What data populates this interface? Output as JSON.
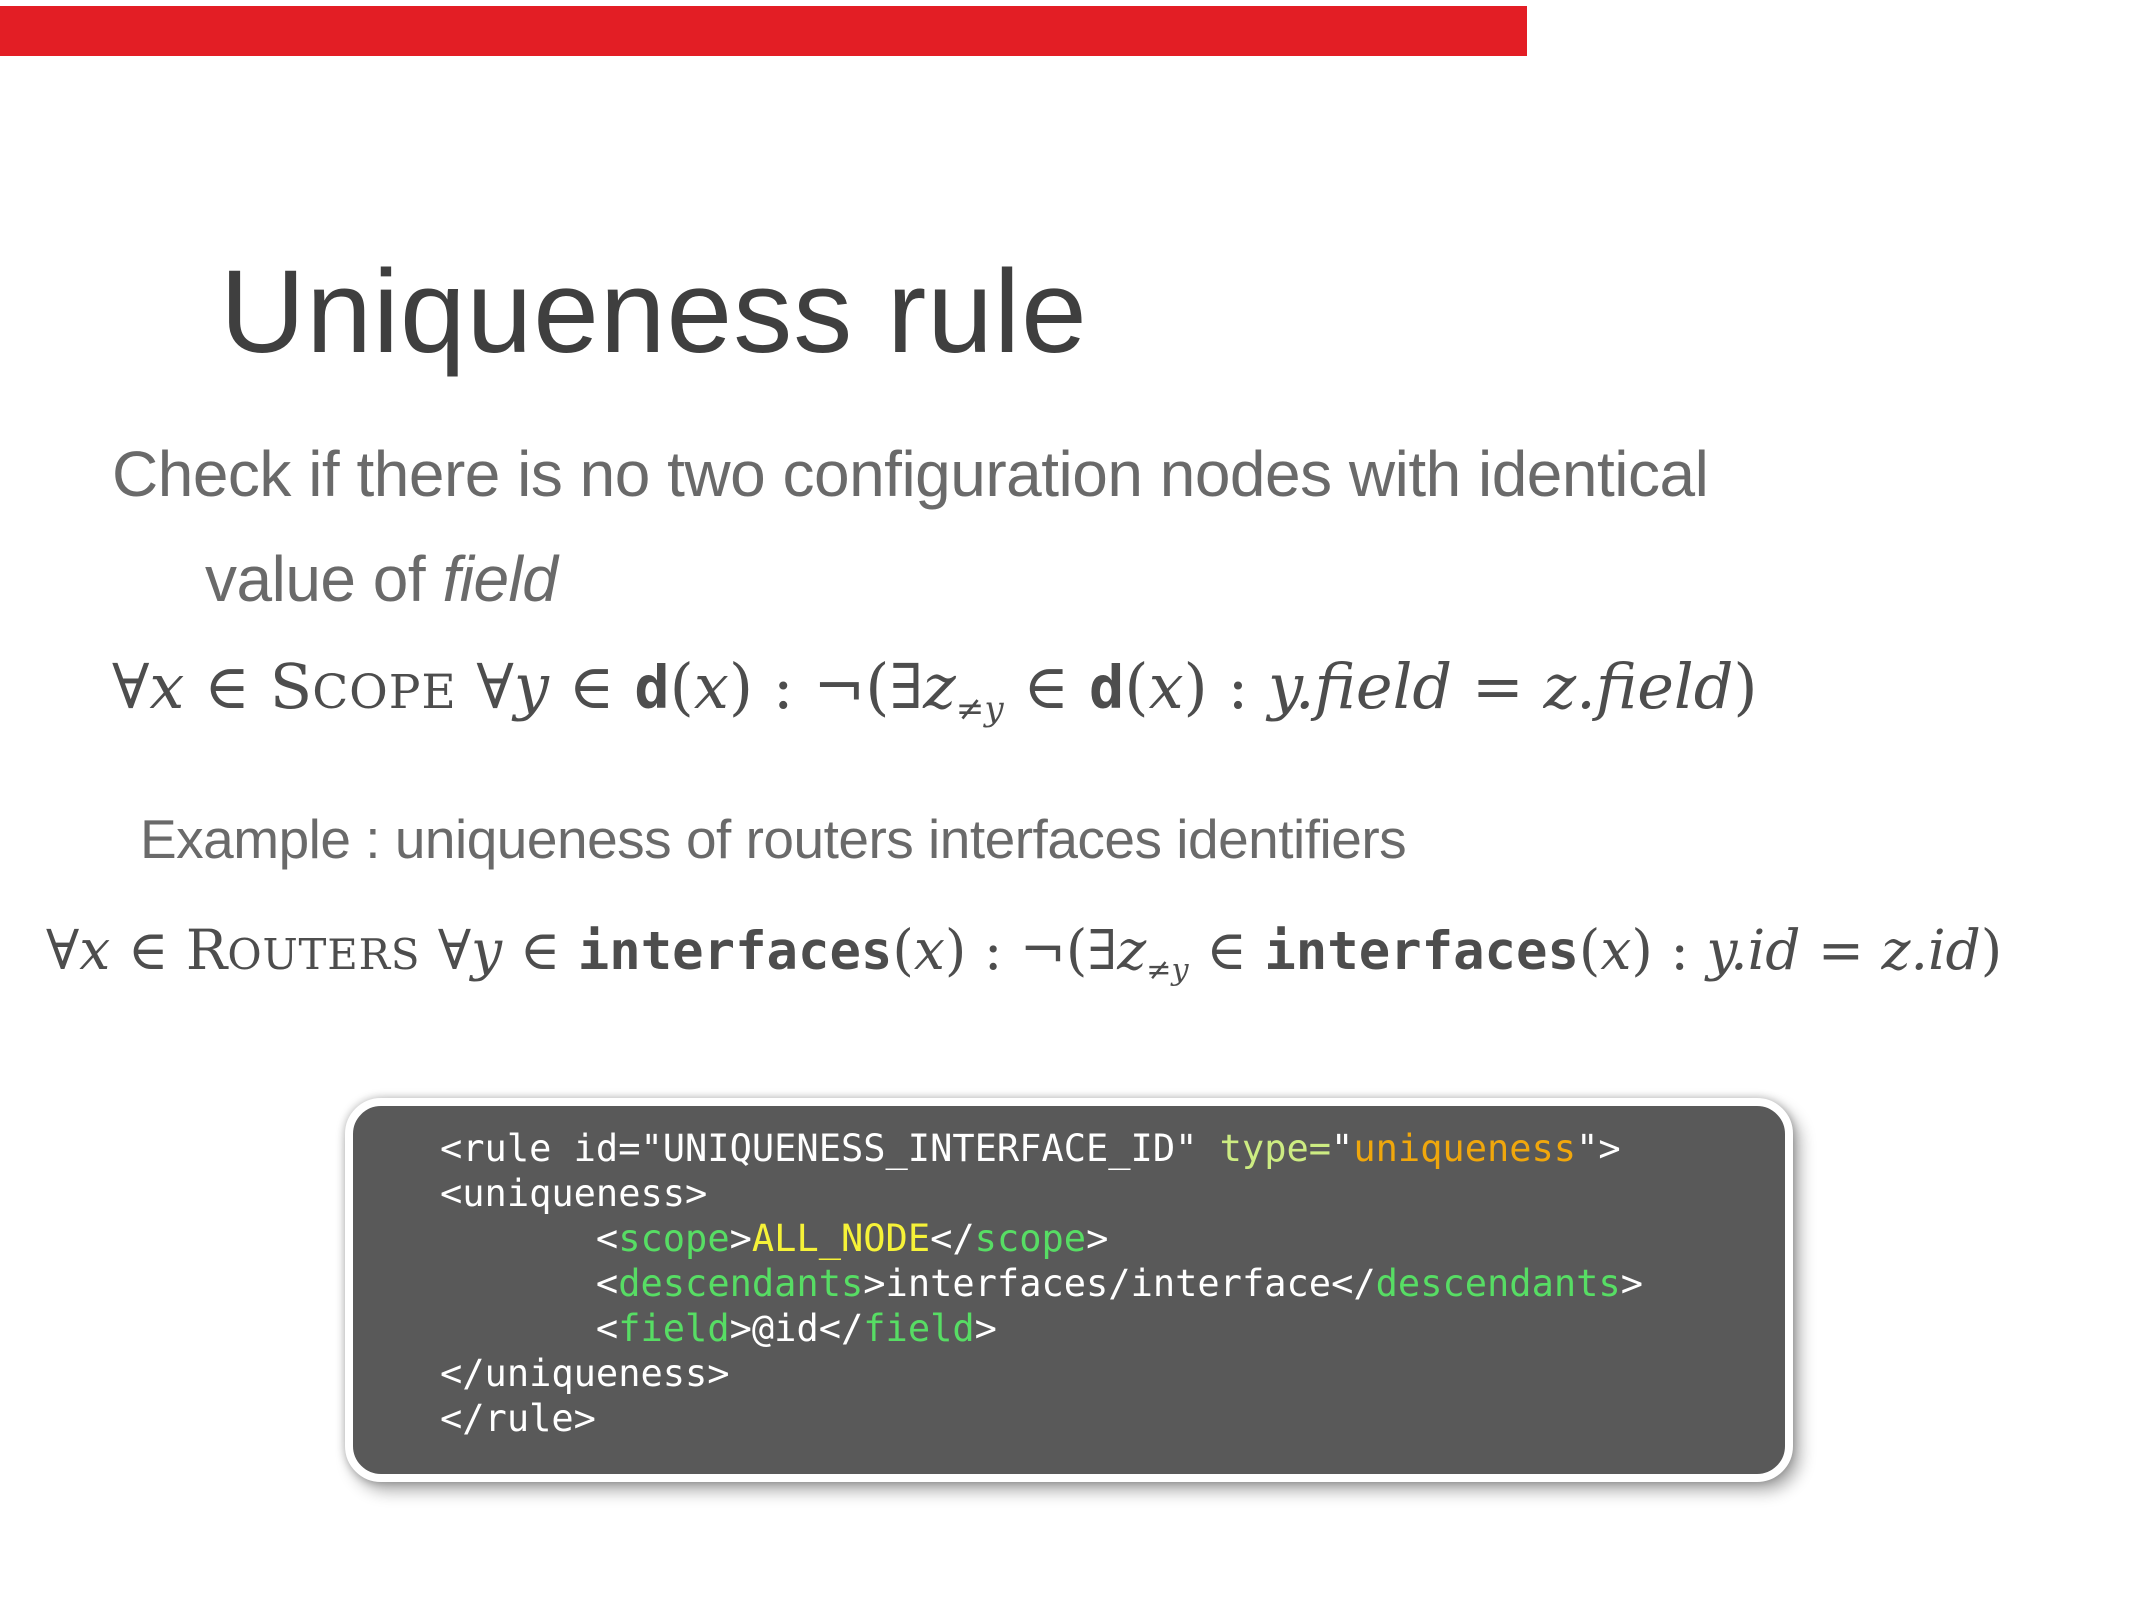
{
  "palette": {
    "bg": "#ffffff",
    "top_bar": "#e31e25",
    "title_text": "#3f3f3f",
    "body_text": "#6a6a6a",
    "formula_text": "#4d4d4d",
    "code_bg": "#595959",
    "code_border": "#ffffff"
  },
  "slide": {
    "title": "Uniqueness rule",
    "body_line1": "Check if there is no two configuration nodes with identical",
    "body_line2_prefix": "value of ",
    "body_line2_italic": "field",
    "example": "Example : uniqueness of routers interfaces identifiers"
  },
  "formula1": {
    "segments": [
      {
        "t": "∀",
        "c": "rm"
      },
      {
        "t": "x",
        "c": "it"
      },
      {
        "t": " ∈ ",
        "c": "rm"
      },
      {
        "t": "S",
        "c": "rm"
      },
      {
        "t": "COPE",
        "c": "sc"
      },
      {
        "t": " ∀",
        "c": "rm"
      },
      {
        "t": "y",
        "c": "it"
      },
      {
        "t": " ∈ ",
        "c": "rm"
      },
      {
        "t": "d",
        "c": "tt"
      },
      {
        "t": "(",
        "c": "rm"
      },
      {
        "t": "x",
        "c": "it"
      },
      {
        "t": ") : ¬(∃",
        "c": "rm"
      },
      {
        "t": "z",
        "c": "it"
      },
      {
        "t": "≠y",
        "c": "sub"
      },
      {
        "t": " ∈ ",
        "c": "rm"
      },
      {
        "t": "d",
        "c": "tt"
      },
      {
        "t": "(",
        "c": "rm"
      },
      {
        "t": "x",
        "c": "it"
      },
      {
        "t": ") : ",
        "c": "rm"
      },
      {
        "t": "y.field",
        "c": "it"
      },
      {
        "t": " = ",
        "c": "rm"
      },
      {
        "t": "z.field",
        "c": "it"
      },
      {
        "t": ")",
        "c": "rm"
      }
    ]
  },
  "formula2": {
    "segments": [
      {
        "t": "∀",
        "c": "rm"
      },
      {
        "t": "x",
        "c": "it"
      },
      {
        "t": " ∈ ",
        "c": "rm"
      },
      {
        "t": "R",
        "c": "rm"
      },
      {
        "t": "OUTERS",
        "c": "sc"
      },
      {
        "t": " ∀",
        "c": "rm"
      },
      {
        "t": "y",
        "c": "it"
      },
      {
        "t": " ∈ ",
        "c": "rm"
      },
      {
        "t": "interfaces",
        "c": "tt"
      },
      {
        "t": "(",
        "c": "rm"
      },
      {
        "t": "x",
        "c": "it"
      },
      {
        "t": ") : ¬(∃",
        "c": "rm"
      },
      {
        "t": "z",
        "c": "it"
      },
      {
        "t": "≠y",
        "c": "sub"
      },
      {
        "t": " ∈ ",
        "c": "rm"
      },
      {
        "t": "interfaces",
        "c": "tt"
      },
      {
        "t": "(",
        "c": "rm"
      },
      {
        "t": "x",
        "c": "it"
      },
      {
        "t": ") : ",
        "c": "rm"
      },
      {
        "t": "y.id",
        "c": "it"
      },
      {
        "t": " = ",
        "c": "rm"
      },
      {
        "t": "z.id",
        "c": "it"
      },
      {
        "t": ")",
        "c": "rm"
      }
    ]
  },
  "code_box": {
    "colors": {
      "w": "#ffffff",
      "g": "#57dd64",
      "lg": "#cdec82",
      "or": "#f0a70c",
      "y": "#f6f238"
    },
    "lines": [
      {
        "segments": [
          {
            "t": "<rule id=\"UNIQUENESS_INTERFACE_ID\" ",
            "c": "w"
          },
          {
            "t": "type=",
            "c": "lg"
          },
          {
            "t": "\"",
            "c": "w"
          },
          {
            "t": "uniqueness",
            "c": "or"
          },
          {
            "t": "\">",
            "c": "w"
          }
        ]
      },
      {
        "segments": [
          {
            "t": "<uniqueness>",
            "c": "w"
          }
        ]
      },
      {
        "segments": [
          {
            "t": "       <",
            "c": "w"
          },
          {
            "t": "scope",
            "c": "g"
          },
          {
            "t": ">",
            "c": "w"
          },
          {
            "t": "ALL_NODE",
            "c": "y"
          },
          {
            "t": "</",
            "c": "w"
          },
          {
            "t": "scope",
            "c": "g"
          },
          {
            "t": ">",
            "c": "w"
          }
        ]
      },
      {
        "segments": [
          {
            "t": "       <",
            "c": "w"
          },
          {
            "t": "descendants",
            "c": "g"
          },
          {
            "t": ">",
            "c": "w"
          },
          {
            "t": "interfaces/interface",
            "c": "w"
          },
          {
            "t": "</",
            "c": "w"
          },
          {
            "t": "descendants",
            "c": "g"
          },
          {
            "t": ">",
            "c": "w"
          }
        ]
      },
      {
        "segments": [
          {
            "t": "       <",
            "c": "w"
          },
          {
            "t": "field",
            "c": "g"
          },
          {
            "t": ">",
            "c": "w"
          },
          {
            "t": "@id",
            "c": "w"
          },
          {
            "t": "</",
            "c": "w"
          },
          {
            "t": "field",
            "c": "g"
          },
          {
            "t": ">",
            "c": "w"
          }
        ]
      },
      {
        "segments": [
          {
            "t": "</uniqueness>",
            "c": "w"
          }
        ]
      },
      {
        "segments": [
          {
            "t": "</rule>",
            "c": "w"
          }
        ]
      }
    ]
  }
}
